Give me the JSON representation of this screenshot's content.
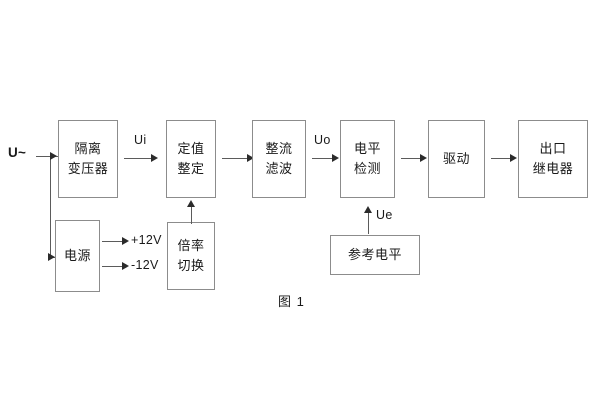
{
  "figure": {
    "caption": "图 1",
    "input_label": "U~",
    "blocks": [
      {
        "id": "isolation-transformer",
        "line1": "隔离",
        "line2": "变压器"
      },
      {
        "id": "setting-value",
        "line1": "定值",
        "line2": "整定"
      },
      {
        "id": "rectify-filter",
        "line1": "整流",
        "line2": "滤波"
      },
      {
        "id": "level-detect",
        "line1": "电平",
        "line2": "检测"
      },
      {
        "id": "drive",
        "line1": "驱动",
        "line2": ""
      },
      {
        "id": "output-relay",
        "line1": "出口",
        "line2": "继电器"
      },
      {
        "id": "power-supply",
        "line1": "电源",
        "line2": ""
      },
      {
        "id": "multiplier-switch",
        "line1": "倍率",
        "line2": "切换"
      },
      {
        "id": "reference-level",
        "line1": "参考电平",
        "line2": ""
      }
    ],
    "signals": [
      {
        "id": "ui",
        "label": "Ui"
      },
      {
        "id": "uo",
        "label": "Uo"
      },
      {
        "id": "ue",
        "label": "Ue"
      },
      {
        "id": "plus12v",
        "label": "+12V"
      },
      {
        "id": "minus12v",
        "label": "-12V"
      }
    ],
    "colors": {
      "border": "#8c8c8c",
      "wire": "#5b5b5b",
      "text": "#1a1a1a",
      "background": "#ffffff"
    }
  }
}
